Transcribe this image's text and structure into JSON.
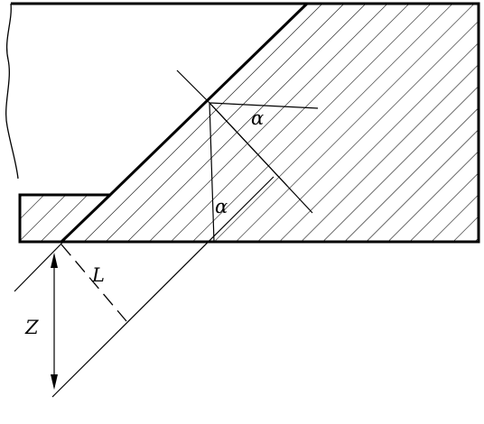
{
  "labels": {
    "alpha_top": "α",
    "alpha_mid": "α",
    "length": "L",
    "depth": "Z"
  },
  "colors": {
    "ink": "#000000",
    "background": "#ffffff"
  }
}
